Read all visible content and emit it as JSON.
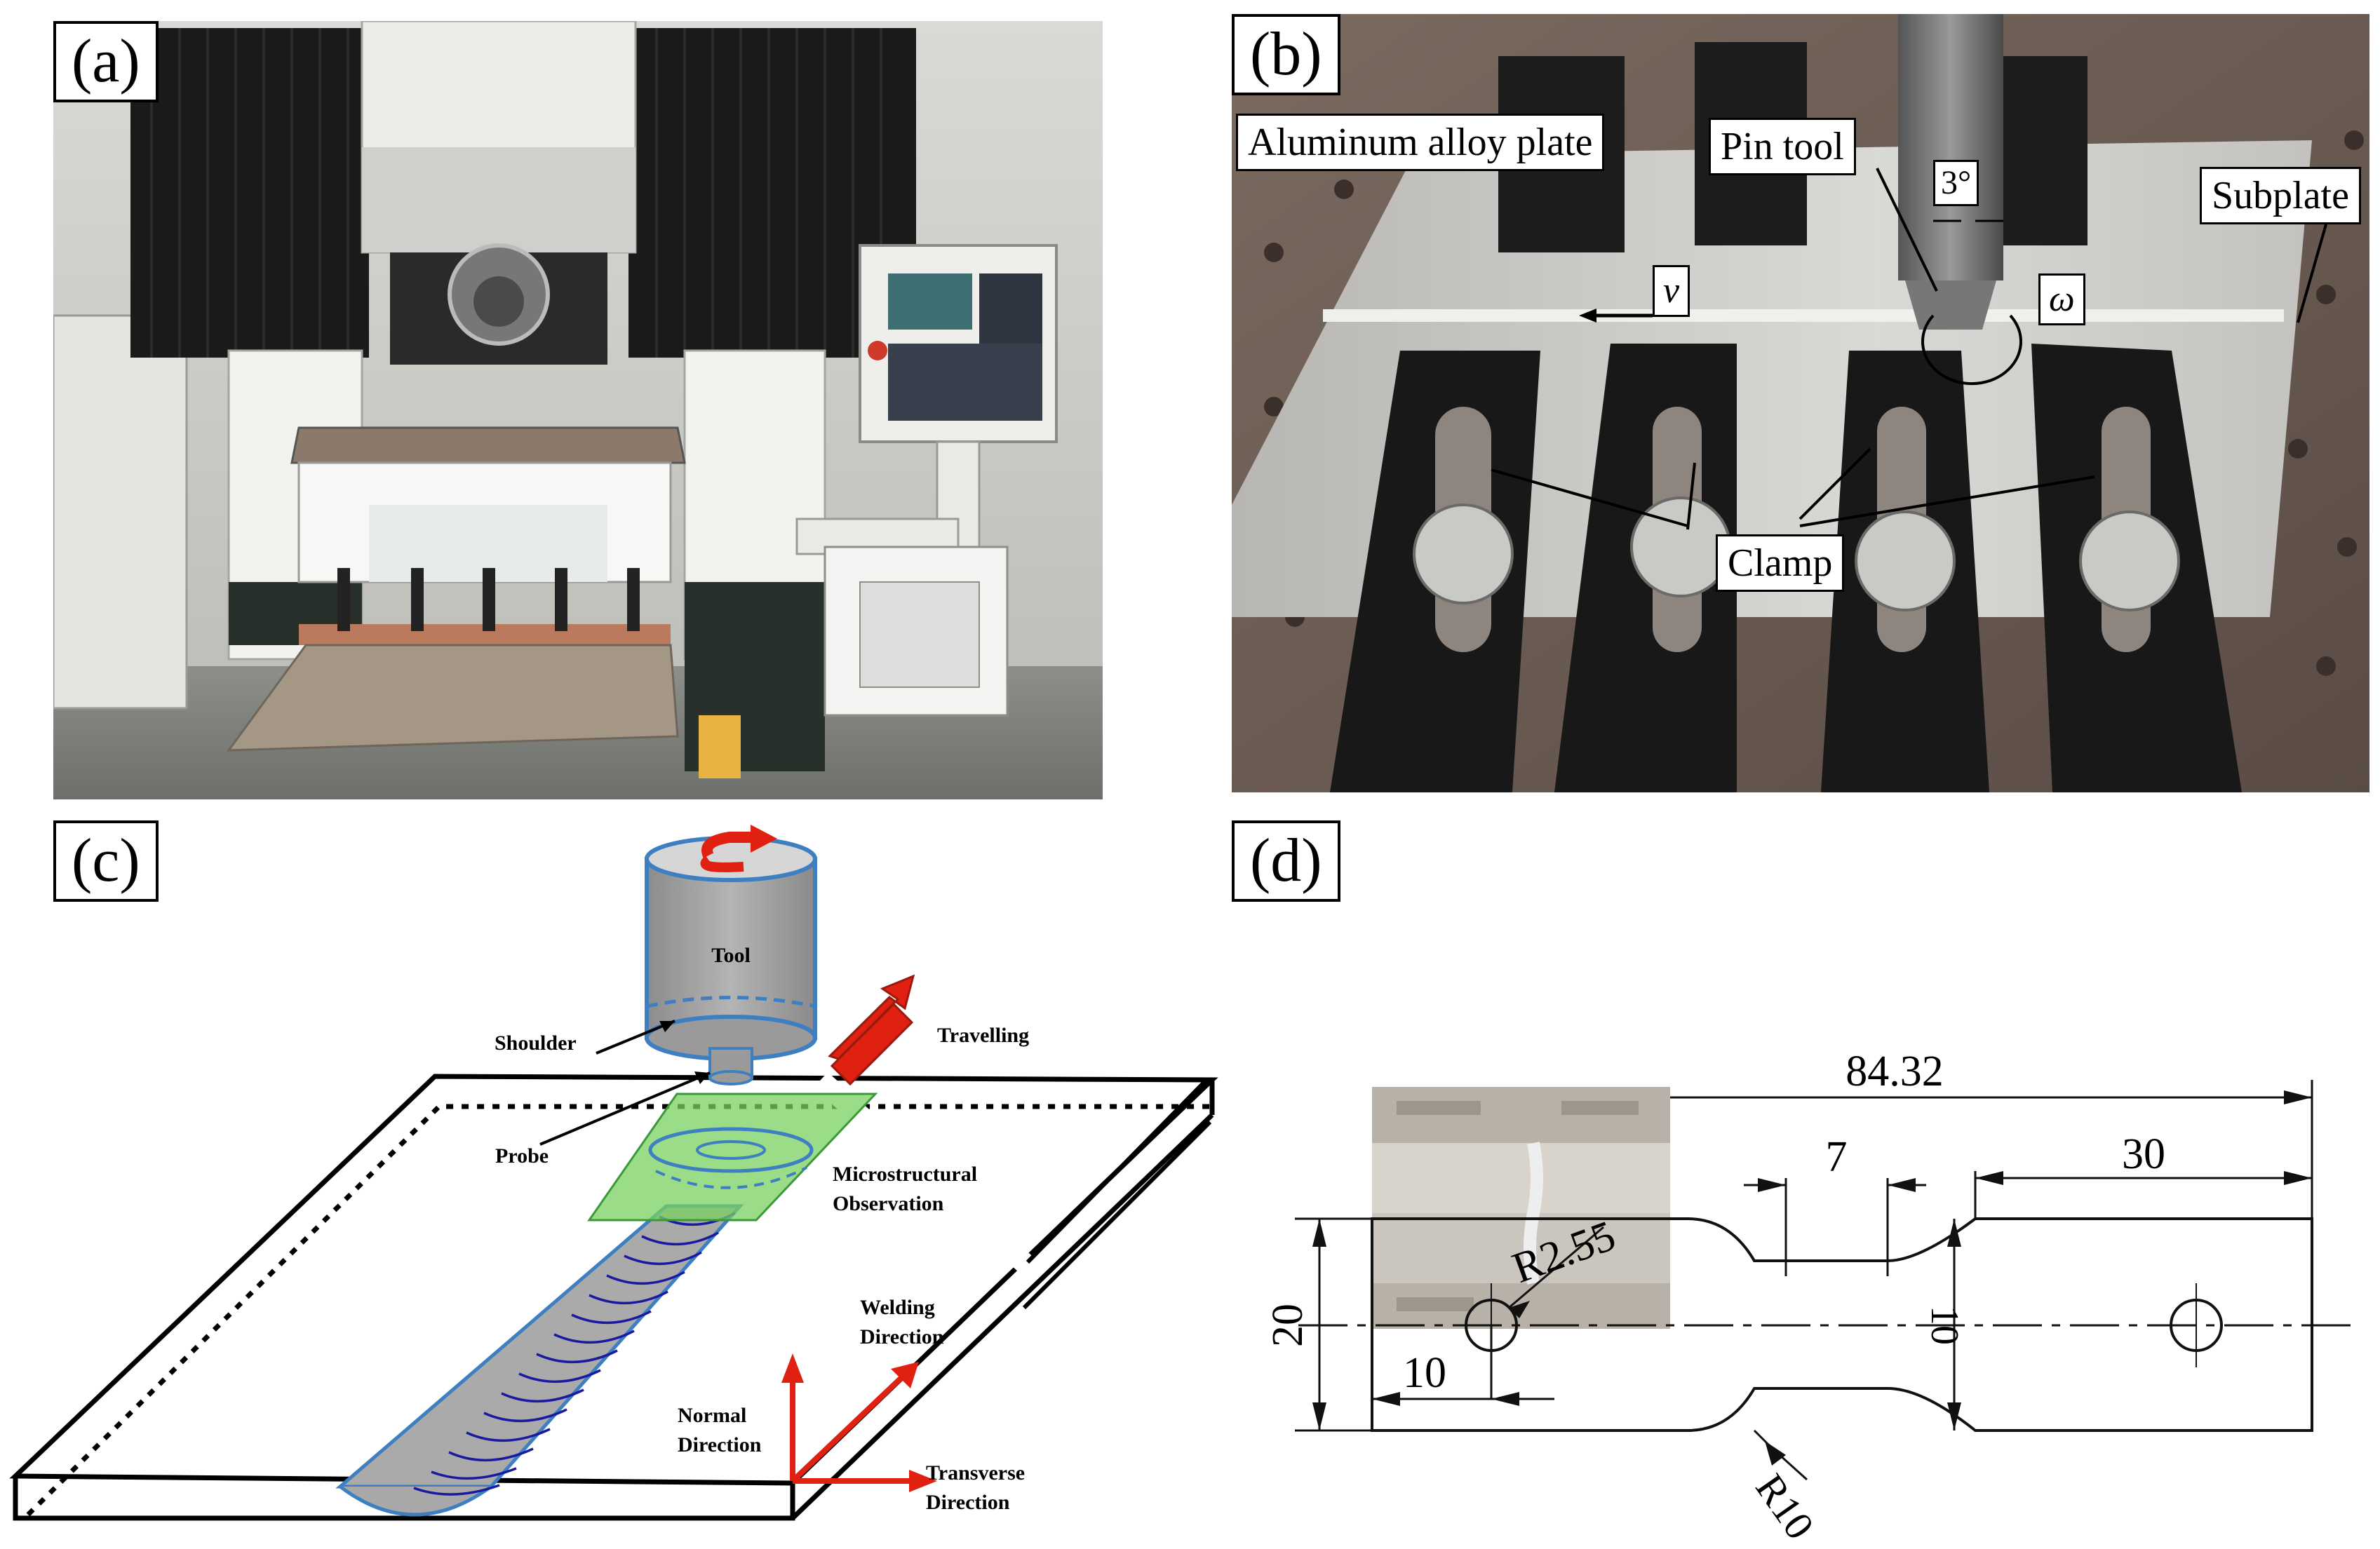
{
  "panels": {
    "a": {
      "label": "(a)"
    },
    "b": {
      "label": "(b)",
      "callouts": {
        "plate": "Aluminum alloy plate",
        "pin_tool": "Pin tool",
        "subplate": "Subplate",
        "clamp": "Clamp",
        "angle": "3°",
        "velocity": "v",
        "omega": "ω"
      }
    },
    "c": {
      "label": "(c)",
      "labels": {
        "tool": "Tool",
        "shoulder": "Shoulder",
        "probe": "Probe",
        "travelling": "Travelling",
        "micro_1": "Microstructural",
        "micro_2": "Observation",
        "welding_1": "Welding",
        "welding_2": "Direction",
        "normal_1": "Normal",
        "normal_2": "Direction",
        "transverse_1": "Transverse",
        "transverse_2": "Direction"
      }
    },
    "d": {
      "label": "(d)",
      "dimensions": {
        "total_length": "84.32",
        "gauge_length": "7",
        "grip_length": "30",
        "width": "20",
        "gauge_width": "10",
        "hole_offset": "10",
        "hole_radius": "R2.55",
        "fillet_radius": "R10"
      }
    }
  }
}
